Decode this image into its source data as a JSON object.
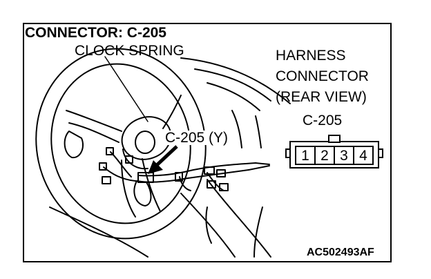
{
  "title": "CONNECTOR: C-205",
  "callouts": {
    "component": "CLOCK SPRING",
    "connector_id": "C-205 (Y)"
  },
  "harness": {
    "line1": "HARNESS",
    "line2": "CONNECTOR",
    "line3": "(REAR VIEW)",
    "connector_id": "C-205",
    "pins": [
      "1",
      "2",
      "3",
      "4"
    ]
  },
  "figure_code": "AC502493AF"
}
